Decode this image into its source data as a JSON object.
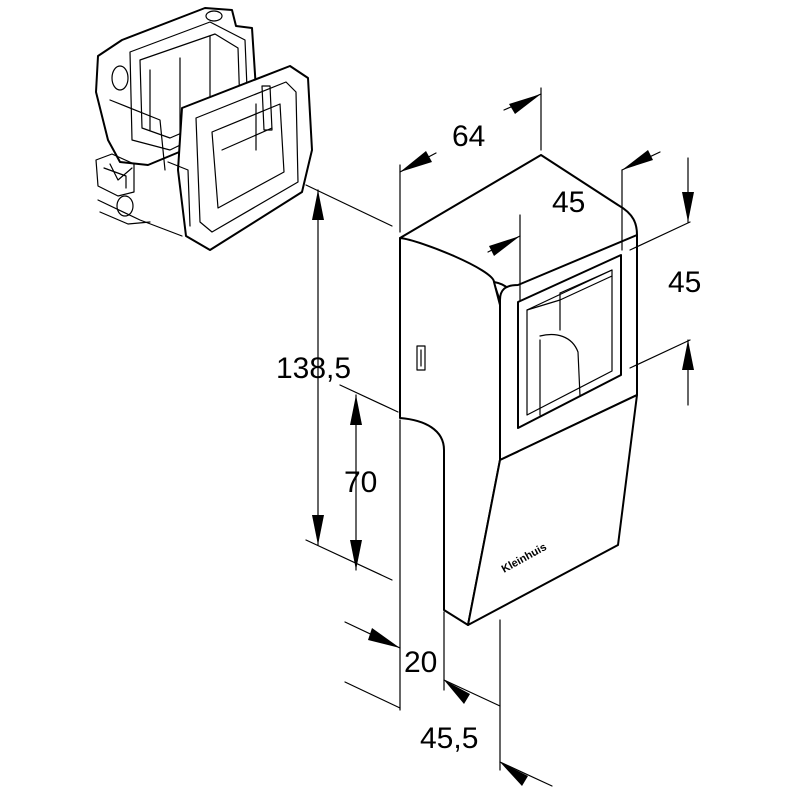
{
  "brand": {
    "logo_text": "Kleinhuis"
  },
  "dimensions": {
    "width_top": "64",
    "inner_width": "45",
    "opening_height": "45",
    "total_height": "138,5",
    "lower_height": "70",
    "base_offset": "20",
    "depth": "45,5"
  }
}
